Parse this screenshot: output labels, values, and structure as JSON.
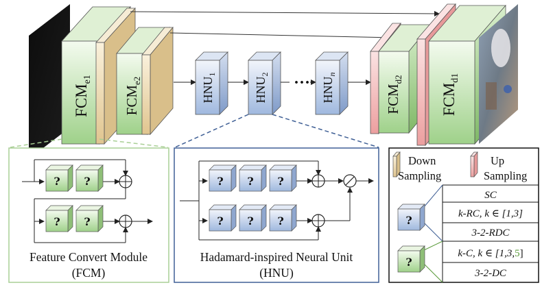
{
  "top_row": {
    "fcm_e1": {
      "main": "FCM",
      "sub": "e1"
    },
    "fcm_e2": {
      "main": "FCM",
      "sub": "e2"
    },
    "hnu_1": {
      "main": "HNU",
      "sub": "1"
    },
    "hnu_2": {
      "main": "HNU",
      "sub": "2"
    },
    "hnu_n": {
      "main": "HNU",
      "sub": "n"
    },
    "ellipsis": "···",
    "fcm_d2": {
      "main": "FCM",
      "sub": "d2"
    },
    "fcm_d1": {
      "main": "FCM",
      "sub": "d1"
    }
  },
  "fcm_panel": {
    "block_label": "?",
    "title_line1": "Feature Convert Module",
    "title_line2": "(FCM)"
  },
  "hnu_panel": {
    "block_label": "?",
    "title_line1": "Hadamard-inspired Neural Unit",
    "title_line2": "(HNU)"
  },
  "legend": {
    "down_line1": "Down",
    "down_line2": "Sampling",
    "up_line1": "Up",
    "up_line2": "Sampling",
    "sc": "SC",
    "krc_prefix": "k-RC, ",
    "krc_set": "k ∈ [1,3]",
    "rdc": "3-2-RDC",
    "kc_prefix": "k-C, ",
    "kc_set_a": "k ∈ [1,3,",
    "kc_set_b": "5",
    "kc_set_c": "]",
    "dc": "3-2-DC",
    "block_label": "?"
  },
  "colors": {
    "green_front": "#b7dca1",
    "green_side": "#8fbf78",
    "blue_front": "#b8cbe6",
    "blue_side": "#8fa7cf",
    "tan": "#e8d4a8",
    "pink": "#f2b8b8",
    "panel_green_border": "#a9cf95",
    "panel_blue_border": "#3f5f95",
    "highlight_five": "#5a9a3a"
  }
}
